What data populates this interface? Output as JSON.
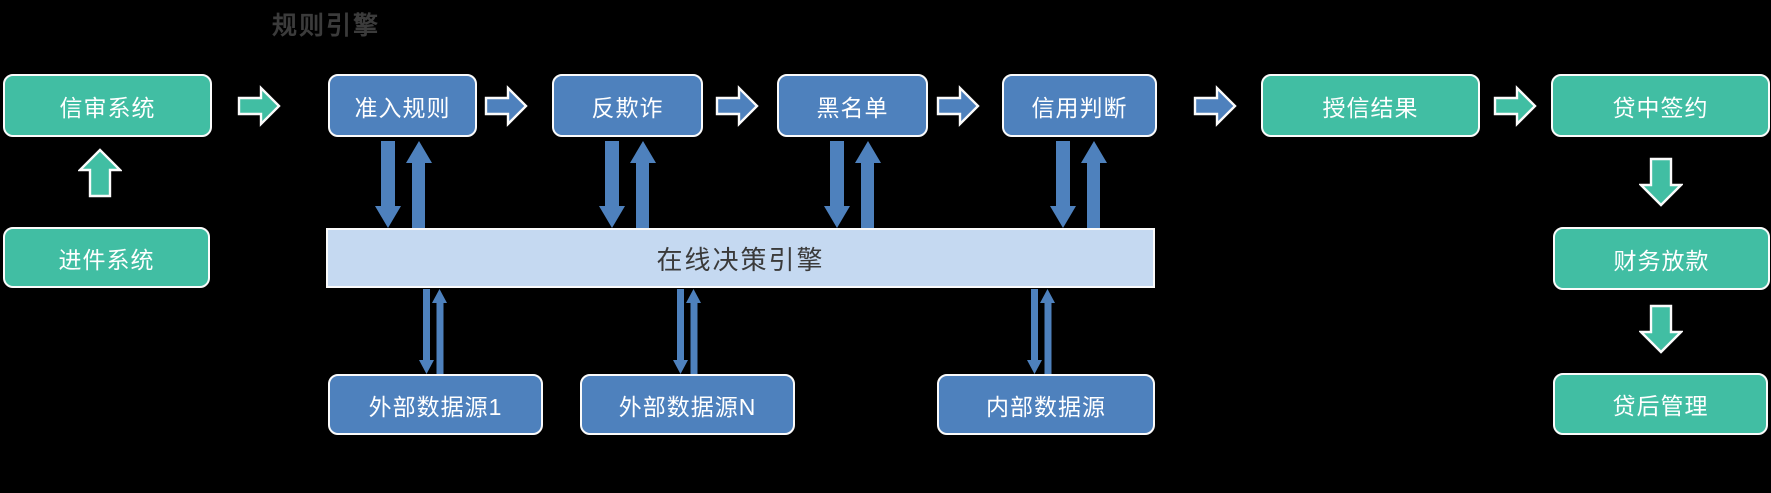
{
  "title": "规则引擎",
  "nodes": {
    "credit_review": "信审系统",
    "intake_system": "进件系统",
    "admission_rules": "准入规则",
    "anti_fraud": "反欺诈",
    "blacklist": "黑名单",
    "credit_judgment": "信用判断",
    "credit_result": "授信结果",
    "loan_signing": "贷中签约",
    "finance_disbursement": "财务放款",
    "post_loan_management": "贷后管理",
    "external_source_1": "外部数据源1",
    "external_source_n": "外部数据源N",
    "internal_source": "内部数据源",
    "online_decision_engine": "在线决策引擎"
  },
  "edges": [
    {
      "from": "进件系统",
      "to": "信审系统",
      "bidirectional": false
    },
    {
      "from": "信审系统",
      "to": "准入规则",
      "bidirectional": false
    },
    {
      "from": "准入规则",
      "to": "反欺诈",
      "bidirectional": false
    },
    {
      "from": "反欺诈",
      "to": "黑名单",
      "bidirectional": false
    },
    {
      "from": "黑名单",
      "to": "信用判断",
      "bidirectional": false
    },
    {
      "from": "信用判断",
      "to": "授信结果",
      "bidirectional": false
    },
    {
      "from": "授信结果",
      "to": "贷中签约",
      "bidirectional": false
    },
    {
      "from": "贷中签约",
      "to": "财务放款",
      "bidirectional": false
    },
    {
      "from": "财务放款",
      "to": "贷后管理",
      "bidirectional": false
    },
    {
      "from": "准入规则",
      "to": "在线决策引擎",
      "bidirectional": true
    },
    {
      "from": "反欺诈",
      "to": "在线决策引擎",
      "bidirectional": true
    },
    {
      "from": "黑名单",
      "to": "在线决策引擎",
      "bidirectional": true
    },
    {
      "from": "信用判断",
      "to": "在线决策引擎",
      "bidirectional": true
    },
    {
      "from": "在线决策引擎",
      "to": "外部数据源1",
      "bidirectional": true
    },
    {
      "from": "在线决策引擎",
      "to": "外部数据源N",
      "bidirectional": true
    },
    {
      "from": "在线决策引擎",
      "to": "内部数据源",
      "bidirectional": true
    }
  ],
  "colors": {
    "background": "#000000",
    "green_box": "#41BEA3",
    "blue_box": "#4E81BD",
    "engine_bar": "#C5D9F1",
    "arrow_blue": "#4E81BD",
    "box_border": "#FBFBFB",
    "box_text": "#FFFFFF",
    "dark_text": "#3A3A3A"
  }
}
